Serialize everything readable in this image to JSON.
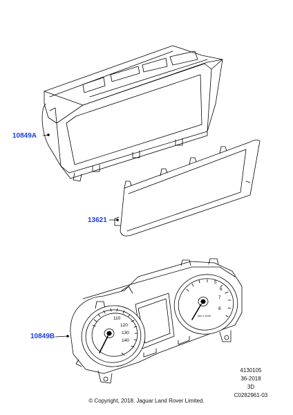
{
  "callouts": [
    {
      "label": "10849A"
    },
    {
      "label": "13621"
    },
    {
      "label": "10849B"
    }
  ],
  "meta": {
    "line1": "4130105",
    "line2": "36-2018",
    "line3": "3D",
    "line4": "C0282961-03"
  },
  "copyright": "© Copyright, 2018. Jaguar Land Rover Limited.",
  "gauges": {
    "left_ticks": [
      "110",
      "120",
      "130",
      "140"
    ],
    "right_ticks": [
      "5",
      "6",
      "7",
      "8"
    ],
    "right_label": "rpm x 1000"
  },
  "colors": {
    "callout": "#1a3fd6",
    "line": "#000000"
  }
}
